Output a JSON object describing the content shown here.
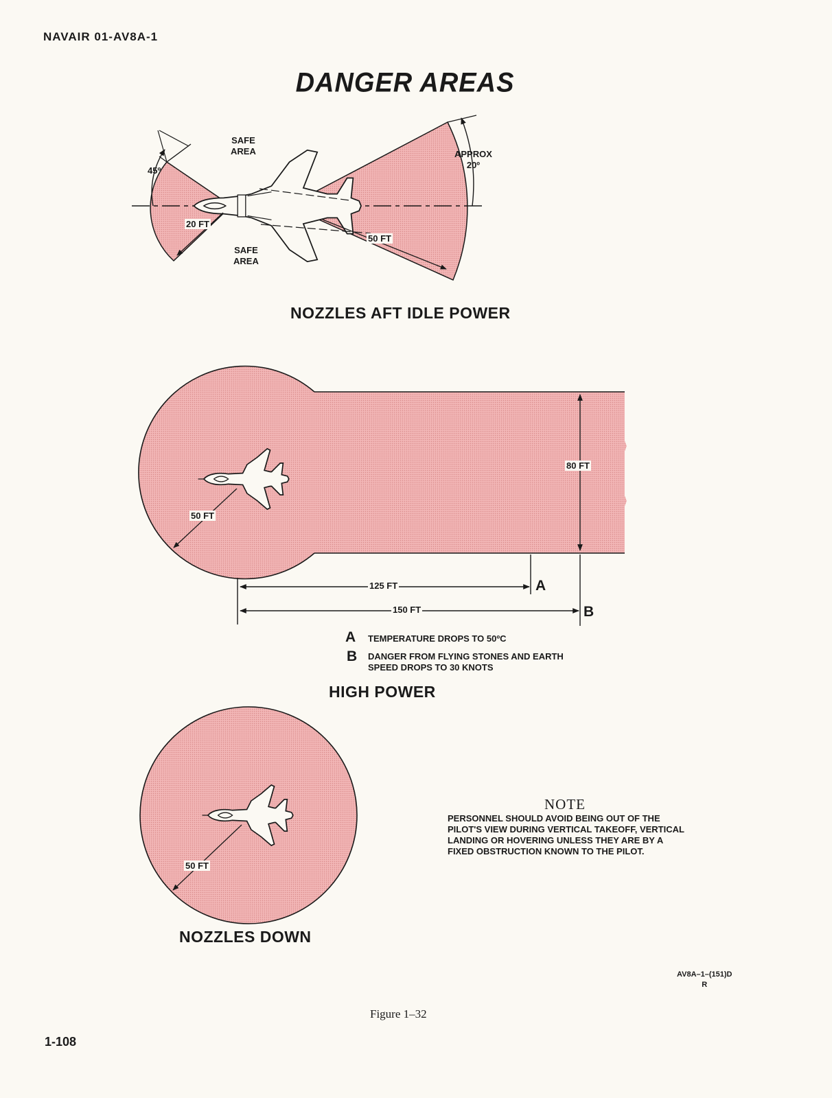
{
  "header": {
    "doc_id": "NAVAIR 01-AV8A-1"
  },
  "title": "DANGER AREAS",
  "diagram_idle": {
    "heading": "NOZZLES AFT IDLE POWER",
    "safe_top": "SAFE\nAREA",
    "safe_bottom": "SAFE\nAREA",
    "angle_front": "45º",
    "angle_rear": "APPROX\n20º",
    "dist_front": "20 FT",
    "dist_rear": "50 FT"
  },
  "diagram_high": {
    "heading": "HIGH POWER",
    "radius": "50 FT",
    "width": "80 FT",
    "dim_a": "125 FT",
    "dim_b": "150 FT",
    "marker_a": "A",
    "marker_b": "B",
    "legend": [
      {
        "key": "A",
        "text": "TEMPERATURE DROPS TO 50ºC"
      },
      {
        "key": "B",
        "text": "DANGER FROM FLYING STONES AND EARTH\nSPEED DROPS TO 30 KNOTS"
      }
    ]
  },
  "diagram_down": {
    "heading": "NOZZLES DOWN",
    "radius": "50 FT"
  },
  "note": {
    "heading": "NOTE",
    "text": "PERSONNEL SHOULD AVOID BEING OUT OF THE PILOT'S VIEW DURING VERTICAL TAKEOFF, VERTICAL LANDING OR HOVERING UNLESS THEY ARE BY A FIXED OBSTRUCTION KNOWN TO THE PILOT."
  },
  "illustration_code": "AV8A–1–(151)D\nR",
  "figure_caption": "Figure 1–32",
  "page_number": "1-108",
  "colors": {
    "danger_fill": "#f2b6b6",
    "danger_dot": "#d98a8a",
    "ink": "#1a1a1a"
  }
}
